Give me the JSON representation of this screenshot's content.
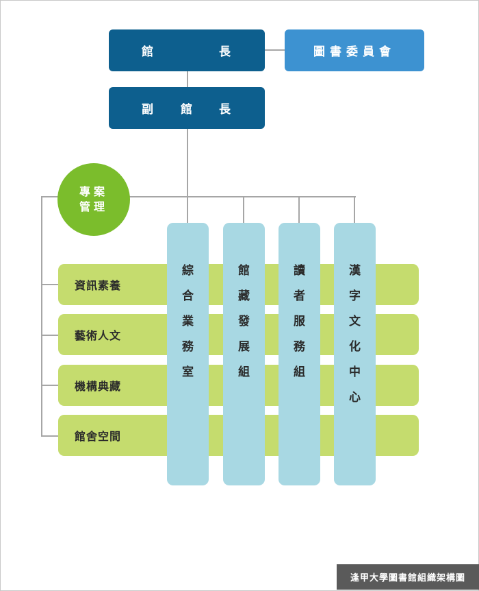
{
  "top_row": {
    "director": [
      "館",
      "長"
    ],
    "committee": "圖書委員會"
  },
  "deputy": [
    "副",
    "館",
    "長"
  ],
  "project_circle": [
    "專案",
    "管理"
  ],
  "groups": [
    {
      "chars": [
        "綜",
        "合",
        "業",
        "務",
        "室"
      ]
    },
    {
      "chars": [
        "館",
        "藏",
        "發",
        "展",
        "組"
      ]
    },
    {
      "chars": [
        "讀",
        "者",
        "服",
        "務",
        "組"
      ]
    },
    {
      "chars": [
        "漢",
        "字",
        "文",
        "化",
        "中",
        "心"
      ]
    }
  ],
  "projects": [
    {
      "label": "資訊素養"
    },
    {
      "label": "藝術人文"
    },
    {
      "label": "機構典藏"
    },
    {
      "label": "館舍空間"
    }
  ],
  "caption": "逢甲大學圖書館組織架構圖",
  "colors": {
    "navy": "#0d5f8e",
    "blue": "#3d92d1",
    "green_circle": "#7bbd2c",
    "green_bar": "#c5dc6e",
    "light_blue": "#a8d8e3",
    "connector": "#a6a6a6",
    "caption_bg": "#5a5a5a"
  }
}
